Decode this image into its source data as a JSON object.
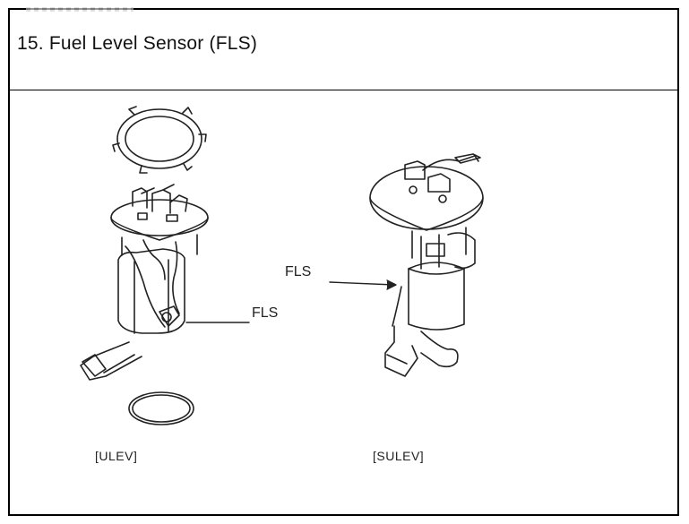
{
  "header": {
    "title": "15. Fuel Level Sensor (FLS)"
  },
  "figure": {
    "ulev": {
      "caption": "[ULEV]",
      "callout": "FLS"
    },
    "sulev": {
      "caption": "[SULEV]",
      "callout": "FLS"
    }
  }
}
